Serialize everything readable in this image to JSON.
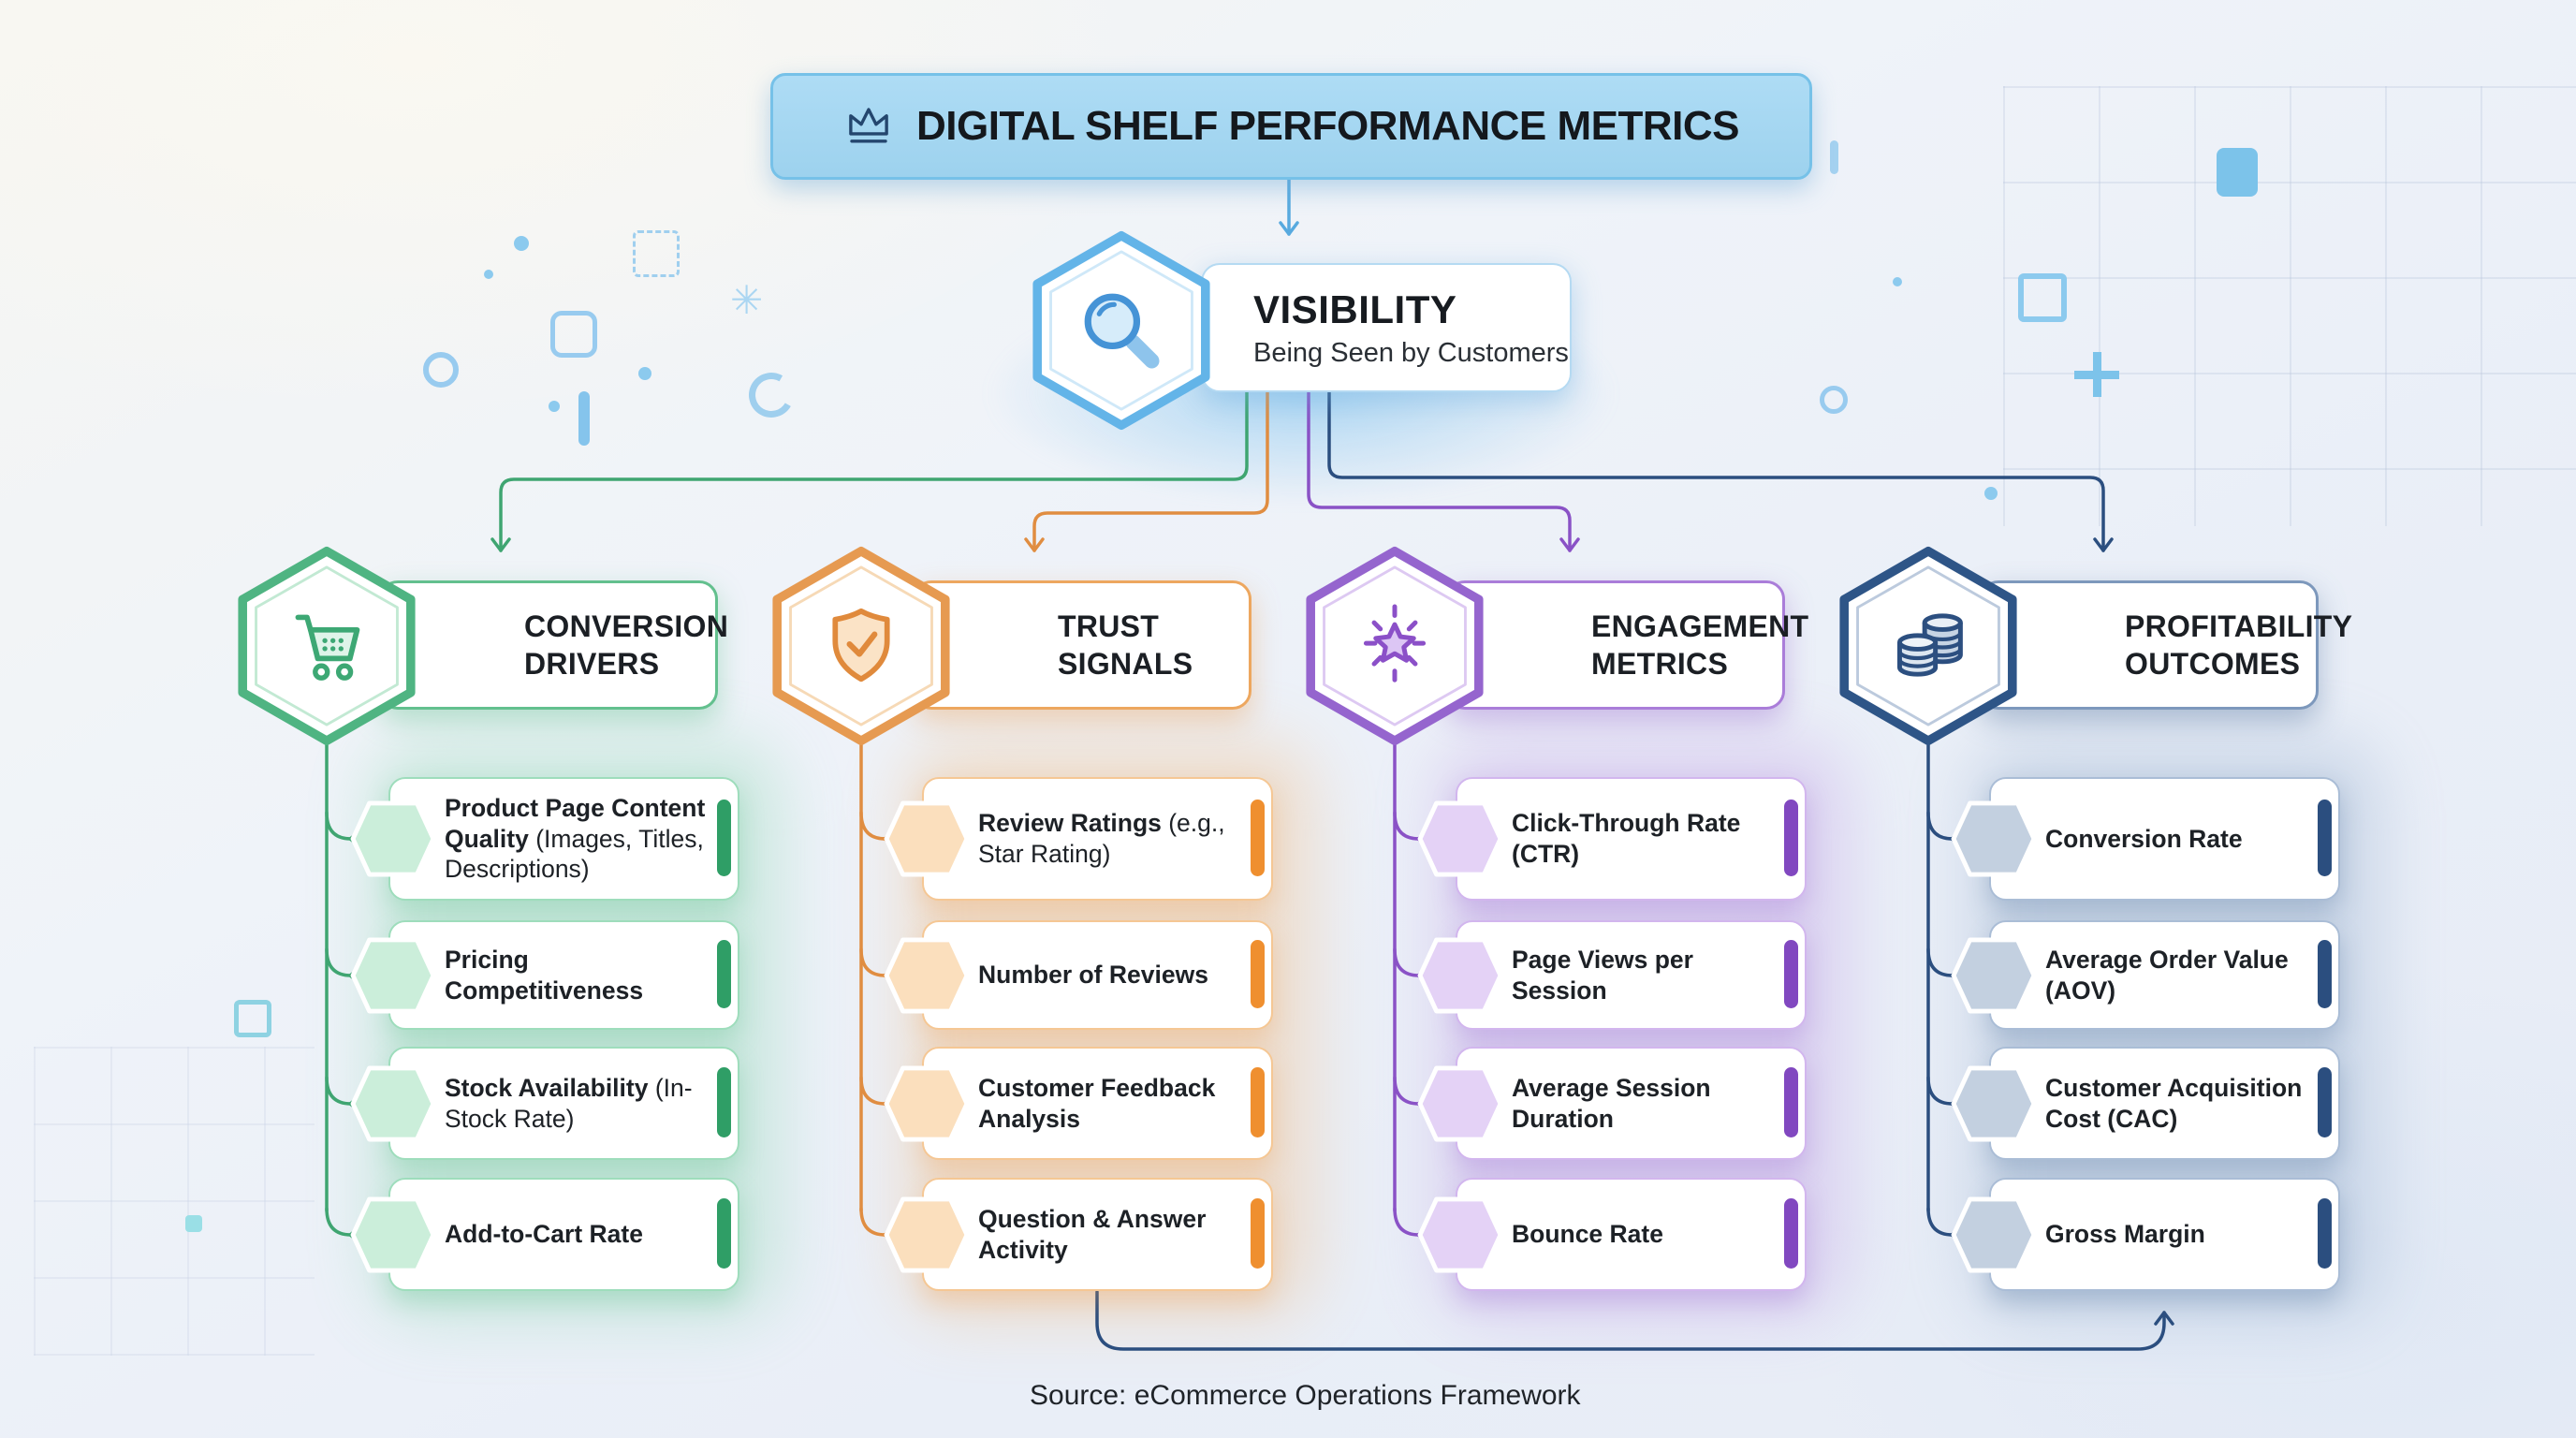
{
  "title": {
    "label": "DIGITAL SHELF PERFORMANCE METRICS",
    "icon": "crown-icon"
  },
  "root": {
    "label": "VISIBILITY",
    "sublabel": "Being Seen by Customers",
    "icon": "magnifying-glass-icon"
  },
  "branches": [
    {
      "name": "CONVERSION DRIVERS",
      "label_lines": [
        "CONVERSION",
        "DRIVERS"
      ],
      "icon": "shopping-cart-icon",
      "color": "#36a16c",
      "items": [
        {
          "bold": "Product Page Content Quality",
          "rest": " (Images, Titles, Descriptions)"
        },
        {
          "bold": "Pricing Competitiveness",
          "rest": ""
        },
        {
          "bold": "Stock Availability",
          "rest": " (In-Stock Rate)"
        },
        {
          "bold": "Add-to-Cart Rate",
          "rest": ""
        }
      ]
    },
    {
      "name": "TRUST SIGNALS",
      "label_lines": [
        "TRUST",
        "SIGNALS"
      ],
      "icon": "shield-check-icon",
      "color": "#e8903f",
      "items": [
        {
          "bold": "Review Ratings",
          "rest": " (e.g., Star Rating)"
        },
        {
          "bold": "Number of Reviews",
          "rest": ""
        },
        {
          "bold": "Customer Feedback Analysis",
          "rest": ""
        },
        {
          "bold": "Question & Answer Activity",
          "rest": ""
        }
      ]
    },
    {
      "name": "ENGAGEMENT METRICS",
      "label_lines": [
        "ENGAGEMENT",
        "METRICS"
      ],
      "icon": "sparkle-star-icon",
      "color": "#8a52c6",
      "items": [
        {
          "bold": "Click-Through Rate (CTR)",
          "rest": ""
        },
        {
          "bold": "Page Views per Session",
          "rest": ""
        },
        {
          "bold": "Average Session Duration",
          "rest": ""
        },
        {
          "bold": "Bounce Rate",
          "rest": ""
        }
      ]
    },
    {
      "name": "PROFITABILITY OUTCOMES",
      "label_lines": [
        "PROFITABILITY",
        "OUTCOMES"
      ],
      "icon": "coins-icon",
      "color": "#2b4e7f",
      "items": [
        {
          "bold": "Conversion Rate",
          "rest": ""
        },
        {
          "bold": "Average Order Value (AOV)",
          "rest": ""
        },
        {
          "bold": "Customer Acquisition Cost (CAC)",
          "rest": ""
        },
        {
          "bold": "Gross Margin",
          "rest": ""
        }
      ]
    }
  ],
  "source": {
    "label": "Source: eCommerce Operations Framework"
  },
  "accent_colors": {
    "root_blue": "#58aadf",
    "title_fill": "#a5d7f1"
  }
}
